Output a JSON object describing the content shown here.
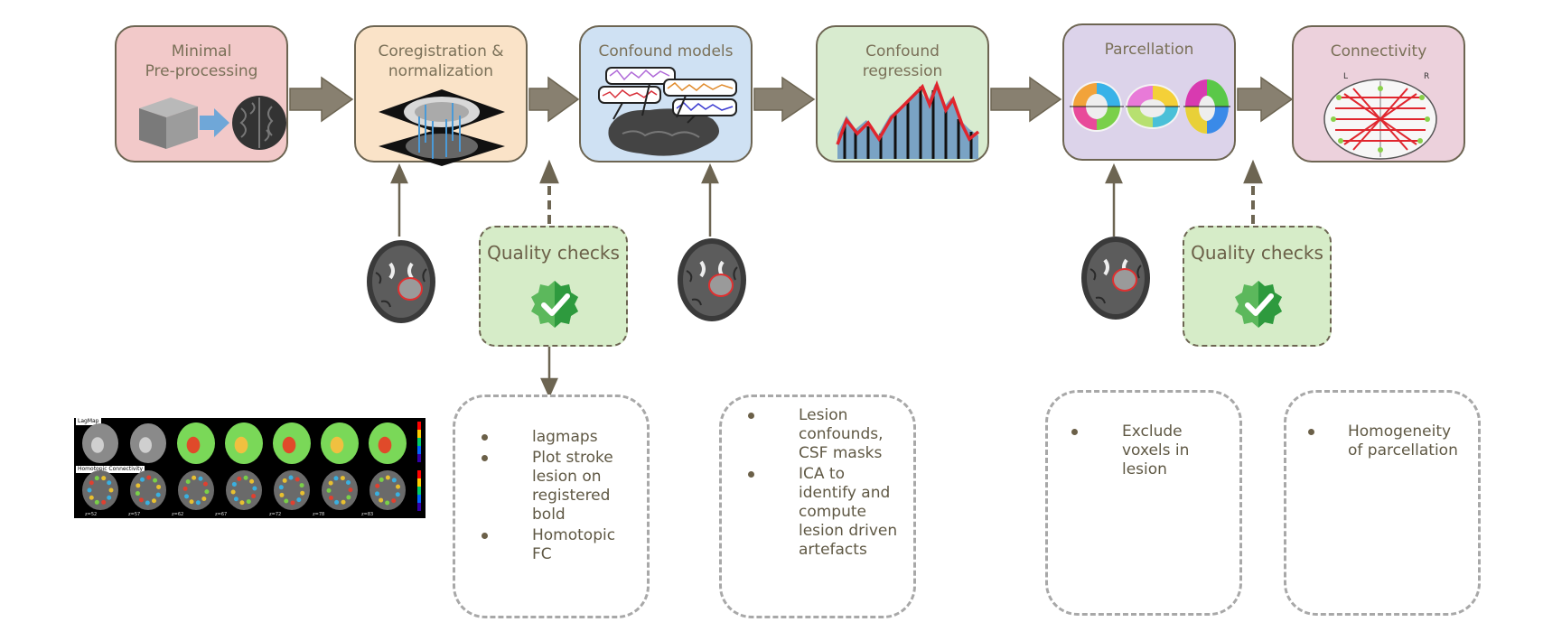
{
  "stages": [
    {
      "id": "minimal",
      "title": "Minimal\nPre-processing",
      "color": "#f2c9c9"
    },
    {
      "id": "coreg",
      "title": "Coregistration &\nnormalization",
      "color": "#fae3c8"
    },
    {
      "id": "confound-models",
      "title": "Confound models",
      "color": "#cfe1f3"
    },
    {
      "id": "confound-regression",
      "title": "Confound\nregression",
      "color": "#d8ebcf"
    },
    {
      "id": "parcellation",
      "title": "Parcellation",
      "color": "#dcd3ea"
    },
    {
      "id": "connectivity",
      "title": "Connectivity",
      "color": "#ecd1dc"
    }
  ],
  "quality_checks": [
    {
      "title": "Quality checks"
    },
    {
      "title": "Quality checks"
    }
  ],
  "notes": [
    {
      "items": [
        "lagmaps",
        "Plot stroke\nlesion on\nregistered\nbold",
        "Homotopic\nFC"
      ]
    },
    {
      "items": [
        "Lesion\nconfounds,\nCSF masks",
        "ICA to\nidentify and\ncompute\nlesion driven\nartefacts"
      ]
    },
    {
      "items": [
        "Exclude\nvoxels in\nlesion"
      ]
    },
    {
      "items": [
        "Homogeneity\nof parcellation"
      ]
    }
  ],
  "thumbnail": {
    "top_label": "LagMap",
    "bottom_label": "Homotopic Connectivity",
    "slice_labels": [
      "z=52",
      "z=57",
      "z=62",
      "z=67",
      "z=72",
      "z=78",
      "z=83"
    ]
  },
  "connectivity_labels": {
    "left": "L",
    "right": "R"
  },
  "colors": {
    "arrow": "#888070",
    "arrow_stroke": "#6d6552",
    "qc_fill": "#d6ecc8",
    "check_green": "#5cb85c"
  }
}
